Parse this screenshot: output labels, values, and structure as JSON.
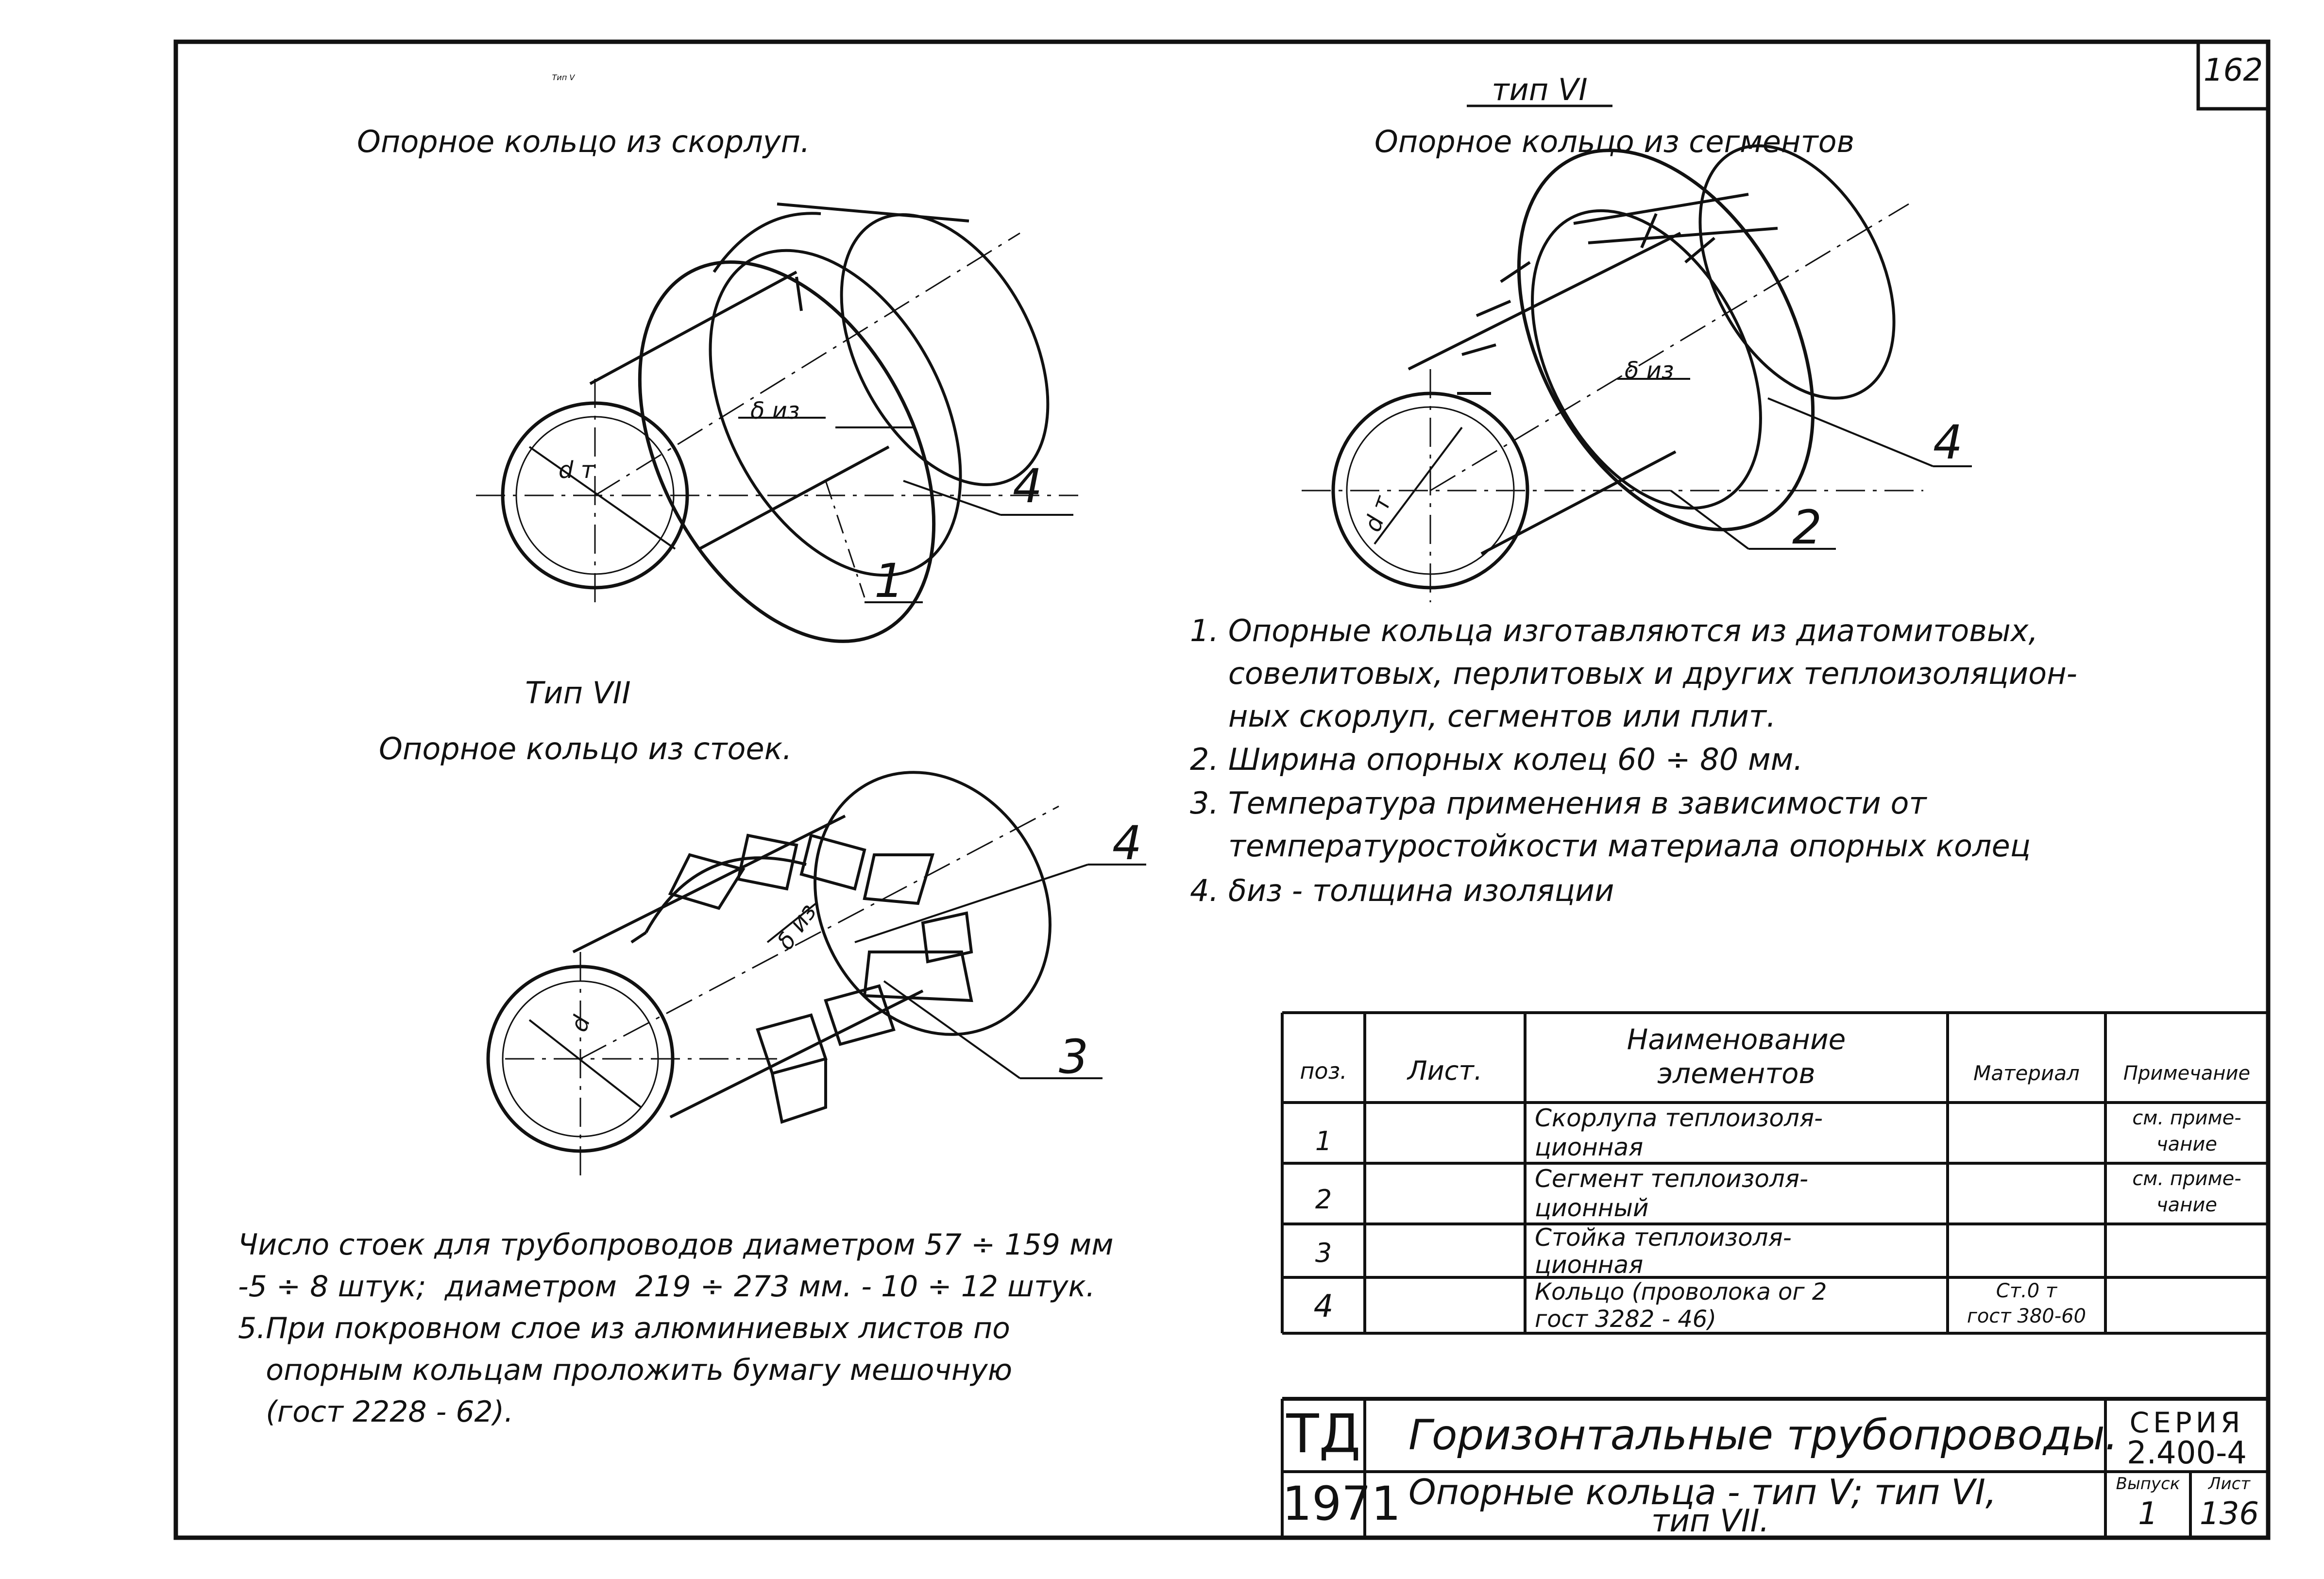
{
  "sheet_number": "162",
  "type_v": {
    "title": "Тип V",
    "subtitle": "Опорное кольцо из скорлуп.",
    "dim_outer": "d т",
    "dim_iso": "δ из",
    "callouts": [
      "4",
      "1"
    ]
  },
  "type_vi": {
    "title": "тип VI",
    "subtitle": "Опорное кольцо из сегментов",
    "dim_outer": "d т",
    "dim_iso": "δ из",
    "callouts": [
      "4",
      "2"
    ]
  },
  "type_vii": {
    "title": "Тип VII",
    "subtitle": "Опорное кольцо из стоек.",
    "dim_outer": "d",
    "dim_iso": "δ из",
    "callouts": [
      "4",
      "3"
    ]
  },
  "notes": [
    "1. Опорные кольца изготавляются из диатомитовых,\n    совелитовых, перлитовых и других теплоизоляцион-\n    ных скорлуп, сегментов или плит.",
    "2. Ширина опорных колец 60 ÷ 80 мм.",
    "3. Температура применения в зависимости от\n    температуростойкости материала опорных колец",
    "4. δиз - толщина изоляции"
  ],
  "bottom_note": "Число стоек для трубопроводов диаметром 57 ÷ 159 мм\n-5 ÷ 8 штук;  диаметром  219 ÷ 273 мм. - 10 ÷ 12 штук.\n5.При покровном слое из алюминиевых листов по\n   опорным кольцам проложить бумагу мешочную\n   (гост 2228 - 62).",
  "spec_table": {
    "headers": [
      "поз.",
      "Лист.",
      "Наименование\nэлементов",
      "Материал",
      "Примечание"
    ],
    "rows": [
      {
        "pos": "1",
        "sheet": "",
        "name": "Скорлупа теплоизоля-\nционная",
        "material": "",
        "note": "см. приме-\nчание"
      },
      {
        "pos": "2",
        "sheet": "",
        "name": "Сегмент теплоизоля-\nционный",
        "material": "",
        "note": "см. приме-\nчание"
      },
      {
        "pos": "3",
        "sheet": "",
        "name": "Стойка теплоизоля-\nционная",
        "material": "",
        "note": ""
      },
      {
        "pos": "4",
        "sheet": "",
        "name": "Кольцо (проволока ог 2\nгост 3282 - 46)",
        "material": "Ст.0 т\nгост 380-60",
        "note": ""
      }
    ]
  },
  "title_block": {
    "org": "ТД",
    "year": "1971",
    "title_line1": "Горизонтальные трубопроводы.",
    "title_line2": "Опорные кольца - тип V; тип VI,",
    "title_line3": "тип VII.",
    "series_label": "СЕРИЯ",
    "series_value": "2.400-4",
    "issue_label": "Выпуск",
    "issue_value": "1",
    "page_label": "Лист",
    "page_value": "136"
  }
}
